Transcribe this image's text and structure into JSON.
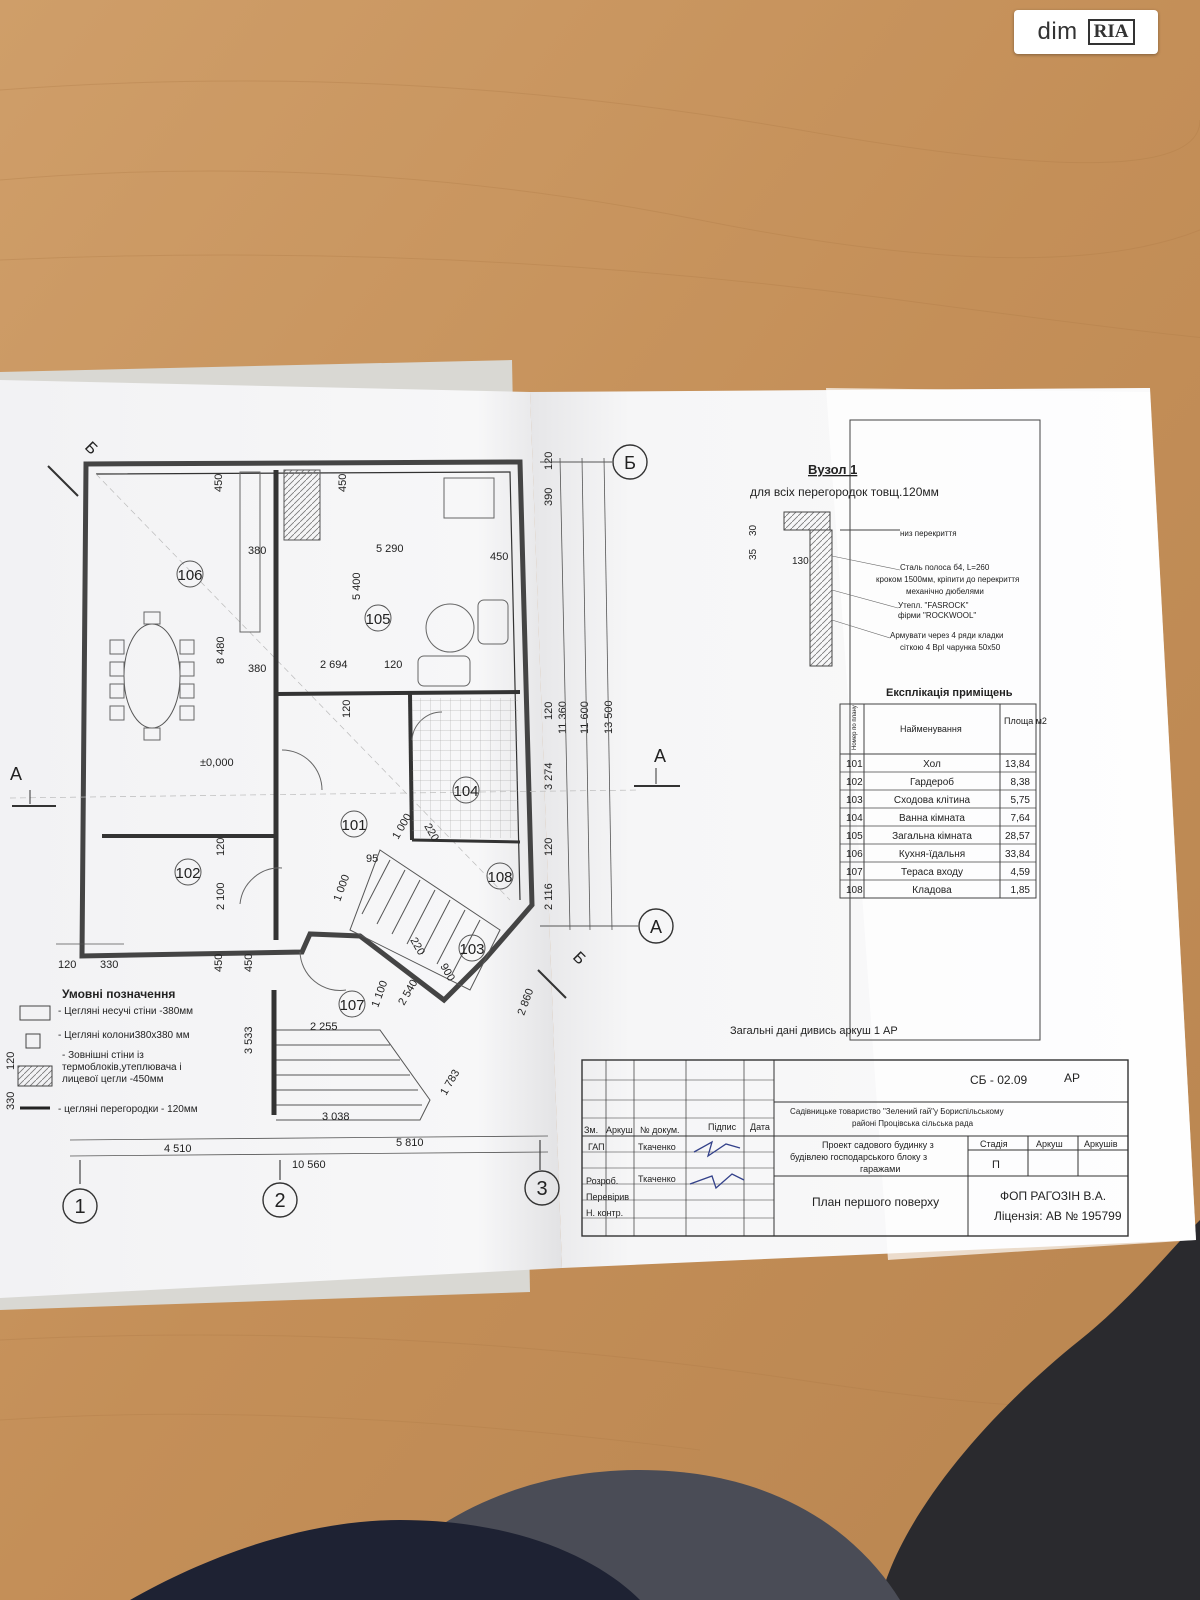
{
  "watermark": {
    "brand_left": "dim",
    "brand_right": "RIA"
  },
  "axes": {
    "a1": "1",
    "a2": "2",
    "a3": "3",
    "aA": "А",
    "aB": "Б"
  },
  "section_marks": {
    "a": "А",
    "b": "Б"
  },
  "rooms": [
    {
      "id": "106"
    },
    {
      "id": "105"
    },
    {
      "id": "101"
    },
    {
      "id": "102"
    },
    {
      "id": "104"
    },
    {
      "id": "108"
    },
    {
      "id": "103"
    },
    {
      "id": "107"
    }
  ],
  "level_mark": "±0,000",
  "dimensions": {
    "d450a": "450",
    "d450b": "450",
    "d380a": "380",
    "d380b": "380",
    "d5290": "5 290",
    "d450c": "450",
    "d5400": "5 400",
    "d8480": "8 480",
    "d2694": "2 694",
    "d120a": "120",
    "d120b": "120",
    "d120c": "120",
    "d2100": "2 100",
    "d1000a": "1 000",
    "d95": "95",
    "d220a": "220",
    "d1000b": "1 000",
    "d220b": "220",
    "d900": "900",
    "d1100": "1 100",
    "d2540": "2 540",
    "d2255": "2 255",
    "d3533": "3 533",
    "d1783": "1 783",
    "d3038": "3 038",
    "d2860": "2 860",
    "d120l": "120",
    "d330l": "330",
    "d450l1": "450",
    "d450l2": "450",
    "d4510": "4 510",
    "d5810": "5 810",
    "d10560": "10 560",
    "d11360": "11 360",
    "d11600": "11 600",
    "d13500": "13 500",
    "d3274": "3 274",
    "d2116": "2 116",
    "d120r1": "120",
    "d120r2": "120",
    "d120r3": "120",
    "d390": "390",
    "d330s": "330",
    "d120s": "120"
  },
  "legend": {
    "title": "Умовні позначення",
    "items": [
      "- Цегляні несучі стіни -380мм",
      "- Цегляні колони380х380 мм",
      "- Зовнішні стіни із",
      "термоблоків,утеплювача і",
      "лицевої цегли -450мм",
      "- цегляні перегородки - 120мм"
    ]
  },
  "detail": {
    "title": "Вузол 1",
    "subtitle": "для всіх перегородок товщ.120мм",
    "dim35": "35",
    "dim30": "30",
    "dim130": "130",
    "notes": [
      "низ перекриття",
      "Сталь полоса б4, L=260",
      "кроком 1500мм, кріпити до перекриття",
      "механічно дюбелями",
      "Утепл. \"FASROCK\"",
      "фірми \"ROCKWOOL\"",
      "Армувати через 4 ряди кладки",
      "сіткою 4 ВрІ чарунка 50х50"
    ]
  },
  "explication": {
    "title": "Експлікація приміщень",
    "headers": [
      "Номер по плану",
      "Найменування",
      "Площа м2"
    ],
    "rows": [
      [
        "101",
        "Хол",
        "13,84"
      ],
      [
        "102",
        "Гардероб",
        "8,38"
      ],
      [
        "103",
        "Сходова клітина",
        "5,75"
      ],
      [
        "104",
        "Ванна кімната",
        "7,64"
      ],
      [
        "105",
        "Загальна кімната",
        "28,57"
      ],
      [
        "106",
        "Кухня-їдальня",
        "33,84"
      ],
      [
        "107",
        "Тераса входу",
        "4,59"
      ],
      [
        "108",
        "Кладова",
        "1,85"
      ]
    ]
  },
  "general_note": "Загальні дані дивись аркуш 1 АР",
  "stamp": {
    "code": "СБ - 02.09",
    "mark": "АР",
    "org_line1": "Садівницьке товариство \"Зелений гай\"у Бориспільському",
    "org_line2": "районі Процівська сільська рада",
    "proj_line1": "Проект садового будинку з",
    "proj_line2": "будівлею господарського блоку з",
    "proj_line3": "гаражами",
    "sheet_title": "План першого поверху",
    "col_stage": "Стадія",
    "col_sheet": "Аркуш",
    "col_sheets": "Аркушів",
    "stage_value": "П",
    "firm": "ФОП  РАГОЗІН В.А.",
    "license": "Ліцензія:  АВ № 195799",
    "head_cols": [
      "Зм.",
      "Аркуш",
      "№ докум.",
      "Підпис",
      "Дата"
    ],
    "roles": [
      {
        "role": "ГАП",
        "name": "Ткаченко"
      },
      {
        "role": "",
        "name": ""
      },
      {
        "role": "Розроб.",
        "name": "Ткаченко"
      },
      {
        "role": "Перевірив",
        "name": ""
      },
      {
        "role": "Н. контр.",
        "name": ""
      }
    ]
  }
}
